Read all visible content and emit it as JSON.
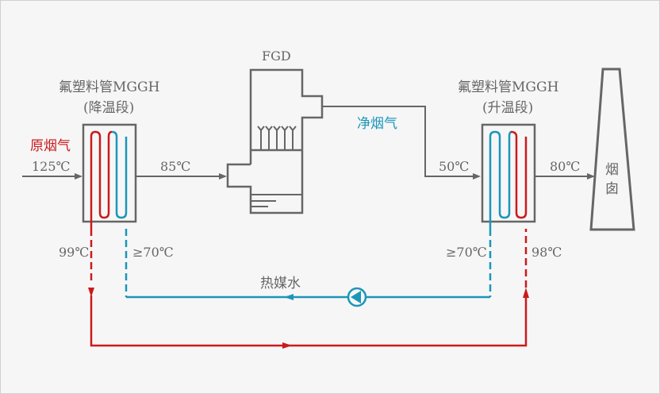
{
  "title": "MGGH flue gas heat exchange system",
  "colors": {
    "equipment": "#666666",
    "hot_water": "#cc1a1a",
    "cold_water": "#1b96b8",
    "background": "#f6f6f7",
    "text": "#666666"
  },
  "labels": {
    "raw_gas": "原烟气",
    "inlet_temp": "125℃",
    "cooler_title": "氟塑料管MGGH",
    "cooler_subtitle": "(降温段)",
    "after_cooler_temp": "85℃",
    "fgd": "FGD",
    "clean_gas": "净烟气",
    "before_heater_temp": "50℃",
    "heater_title": "氟塑料管MGGH",
    "heater_subtitle": "(升温段)",
    "outlet_temp": "80℃",
    "chimney_char1": "烟",
    "chimney_char2": "囱",
    "cooler_hot_water_temp": "99℃",
    "cooler_cold_water_temp": "≥70℃",
    "heater_cold_water_temp": "≥70℃",
    "heater_hot_water_temp": "98℃",
    "heat_medium_water": "热媒水"
  },
  "icons": {
    "pump": "circulation-pump-icon",
    "chimney": "chimney-icon",
    "fgd": "desulfurization-tower-icon"
  }
}
